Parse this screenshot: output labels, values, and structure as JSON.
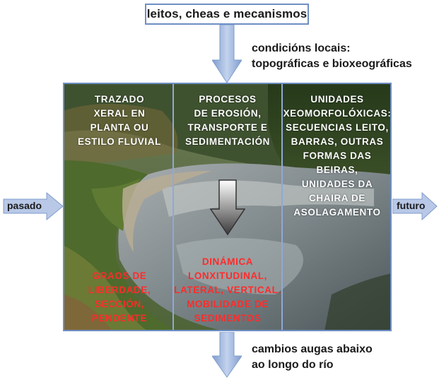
{
  "top": {
    "title": "leitos, cheas e mecanismos",
    "note_line1": "condicións locais:",
    "note_line2": "topográficas e bioxeográficas"
  },
  "columns": [
    {
      "top_lines": [
        "TRAZADO",
        "XERAL EN",
        "PLANTA OU",
        "ESTILO FLUVIAL"
      ],
      "bottom_lines": [
        "GRAOS DE",
        "LIBERDADE,",
        "SECCIÓN,",
        "PENDENTE"
      ]
    },
    {
      "top_lines": [
        "PROCESOS",
        "DE EROSIÓN,",
        "TRANSPORTE E",
        "SEDIMENTACIÓN"
      ],
      "bottom_lines": [
        "DINÁMICA",
        "LONXITUDINAL,",
        "LATERAL, VERTICAL,",
        "MOBILIDADE DE",
        "SEDIMENTOS"
      ]
    },
    {
      "top_lines": [
        "UNIDADES",
        "XEOMORFOLÓXICAS:",
        "SECUENCIAS LEITO,",
        "BARRAS, OUTRAS",
        "FORMAS DAS BEIRAS,",
        "UNIDADES DA",
        "CHAIRA DE",
        "ASOLAGAMENTO"
      ]
    }
  ],
  "left_label": "pasado",
  "right_label": "futuro",
  "bottom": {
    "note_line1": "cambios augas abaixo",
    "note_line2": "ao longo do río"
  },
  "colors": {
    "frame": "#6f8fc4",
    "arrow": "#8fa9d6",
    "red_text": "#ff2b2b"
  }
}
